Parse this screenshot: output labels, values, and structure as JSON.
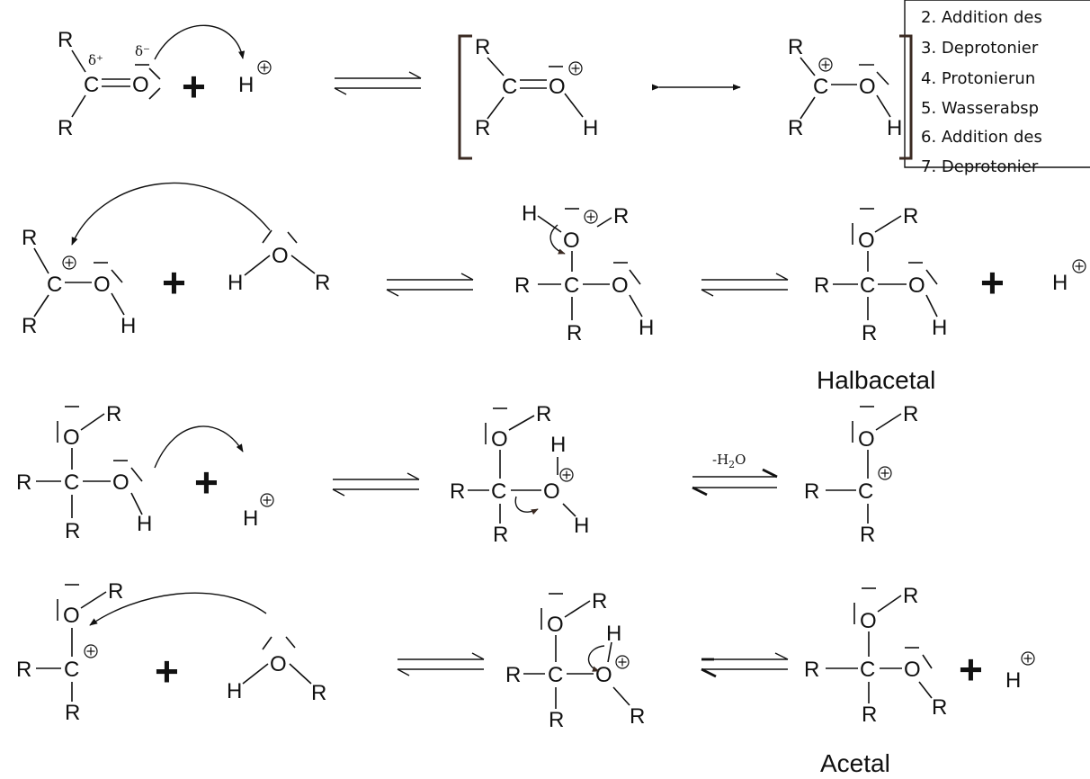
{
  "steps": [
    "2. Addition des",
    "3. Deprotonier",
    "4. Protonierun",
    "5. Wasserabsp",
    "6. Addition des",
    "7. Deprotonier"
  ],
  "labels": {
    "halbacetal": "Halbacetal",
    "acetal": "Acetal",
    "water_loss_prefix": "-H",
    "water_loss_sub": "2",
    "water_loss_suffix": "O"
  },
  "atoms": {
    "R": "R",
    "C": "C",
    "O": "O",
    "H": "H"
  },
  "symbols": {
    "delta_plus": "δ⁺",
    "delta_minus": "δ⁻",
    "plus": "+"
  }
}
